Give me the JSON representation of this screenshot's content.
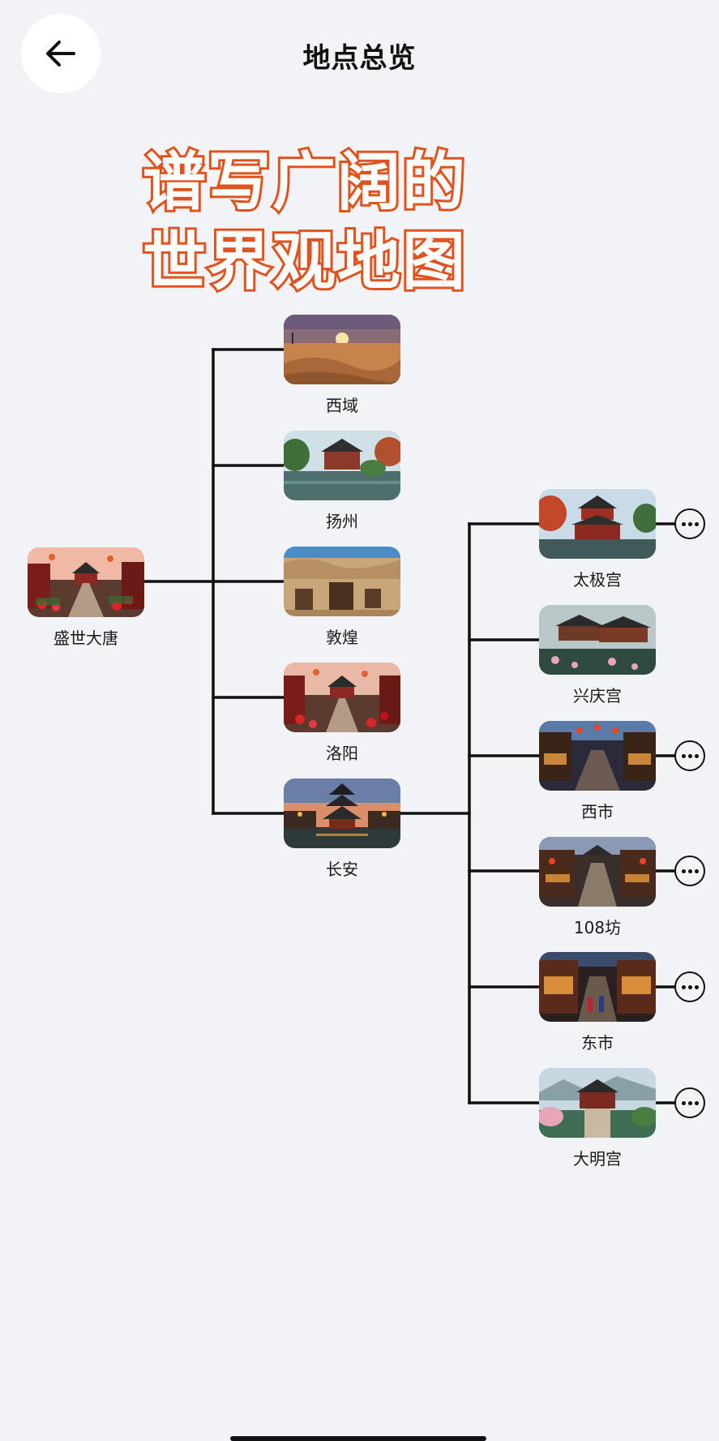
{
  "header": {
    "title": "地点总览",
    "back_icon": "arrow-left-icon"
  },
  "headline": {
    "line1": "谱写广阔的",
    "line2": "世界观地图",
    "stroke_color": "#e0531f"
  },
  "tree": {
    "root": {
      "label": "盛世大唐",
      "image": "tang-street-lanterns"
    },
    "level1": [
      {
        "label": "西域",
        "image": "desert-sunset"
      },
      {
        "label": "扬州",
        "image": "garden-pavilion-pond"
      },
      {
        "label": "敦煌",
        "image": "cave-grottoes"
      },
      {
        "label": "洛阳",
        "image": "street-lanterns"
      },
      {
        "label": "长安",
        "image": "pagoda-dusk"
      }
    ],
    "level2": [
      {
        "label": "太极宫",
        "image": "palace-autumn",
        "has_more": true
      },
      {
        "label": "兴庆宫",
        "image": "palace-lotus-pond",
        "has_more": false
      },
      {
        "label": "西市",
        "image": "market-night",
        "has_more": true
      },
      {
        "label": "108坊",
        "image": "alley-lanterns",
        "has_more": true
      },
      {
        "label": "东市",
        "image": "market-crowd-night",
        "has_more": true
      },
      {
        "label": "大明宫",
        "image": "palace-mountains",
        "has_more": true
      }
    ],
    "more_icon": "more-horizontal-icon"
  }
}
